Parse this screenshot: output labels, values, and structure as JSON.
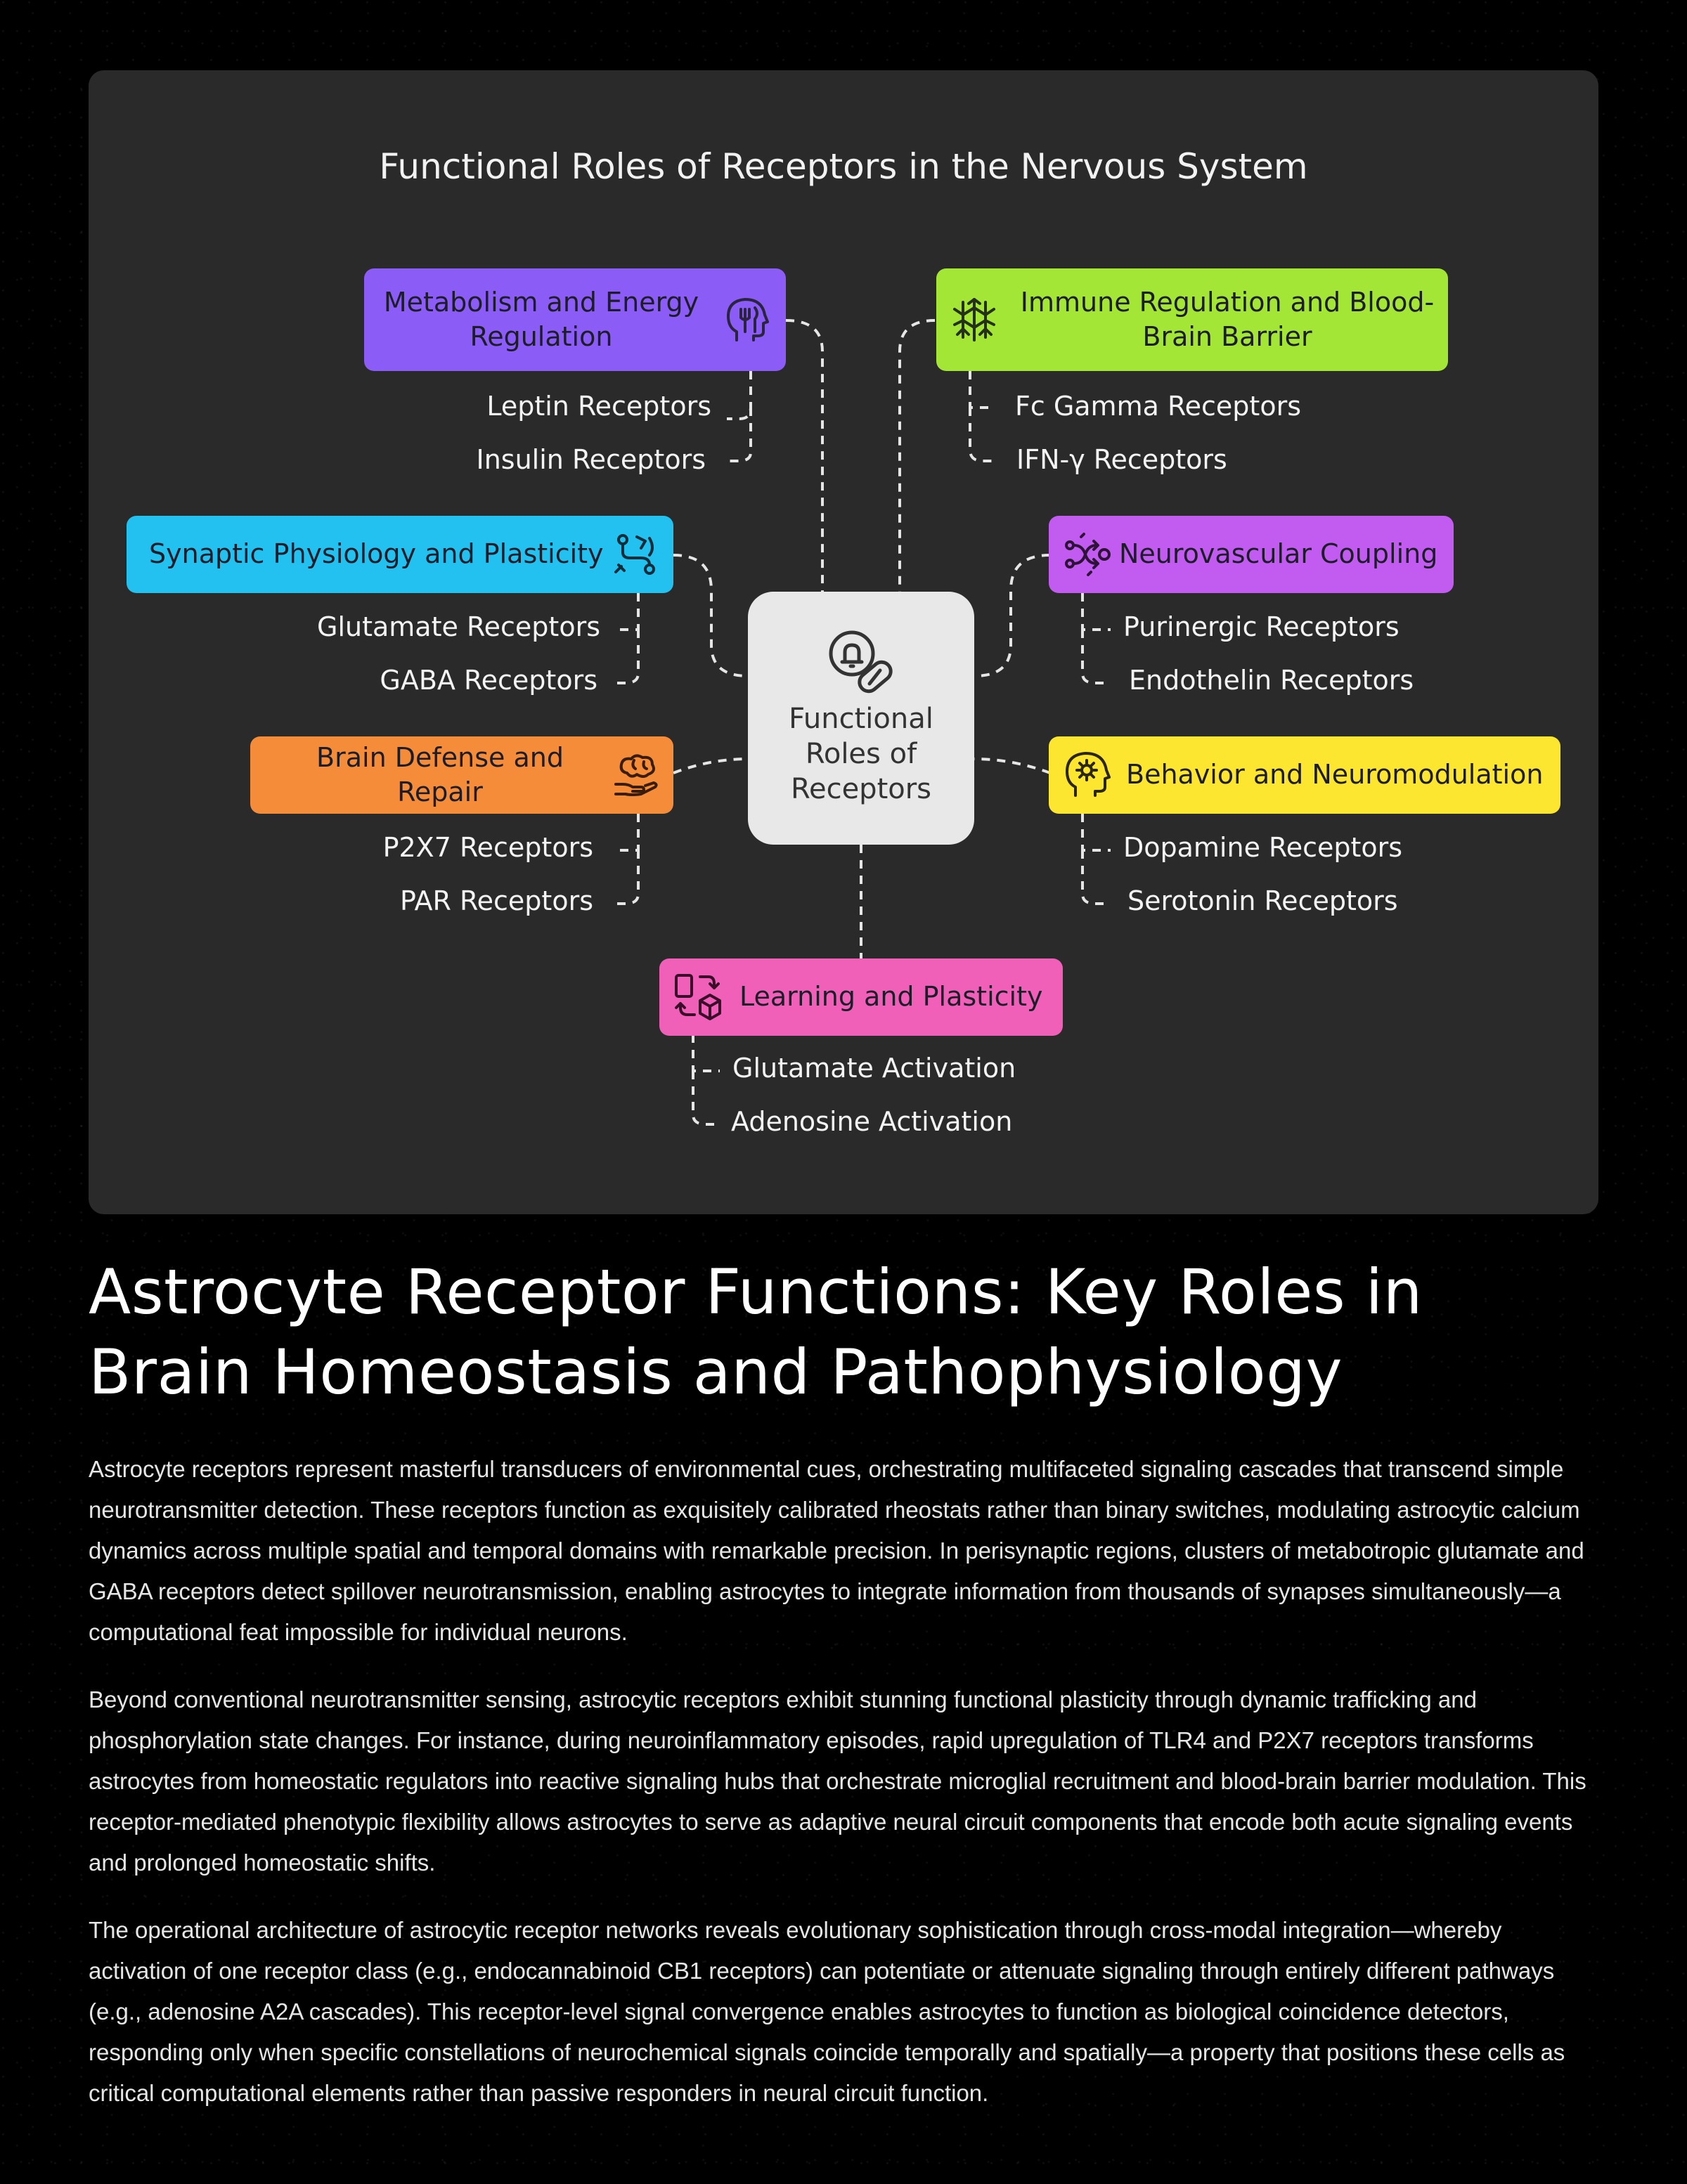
{
  "diagram": {
    "title": "Functional Roles of Receptors in the Nervous System",
    "center_label": "Functional Roles of Receptors",
    "center_icon": "bell-pill-icon",
    "categories": [
      {
        "label": "Metabolism and Energy Regulation",
        "color": "#8b5cf6",
        "icon": "head-fork-knife-icon",
        "items": [
          "Leptin Receptors",
          "Insulin Receptors"
        ]
      },
      {
        "label": "Immune Regulation and Blood-Brain Barrier",
        "color": "#a3e635",
        "icon": "shield-network-icon",
        "items": [
          "Fc Gamma Receptors",
          "IFN-γ Receptors"
        ]
      },
      {
        "label": "Synaptic Physiology and Plasticity",
        "color": "#22c1f0",
        "icon": "flow-connection-icon",
        "items": [
          "Glutamate Receptors",
          "GABA Receptors"
        ]
      },
      {
        "label": "Neurovascular Coupling",
        "color": "#c25cf0",
        "icon": "circuit-coupling-icon",
        "items": [
          "Purinergic Receptors",
          "Endothelin Receptors"
        ]
      },
      {
        "label": "Brain Defense and Repair",
        "color": "#f58c3a",
        "icon": "brain-hand-icon",
        "items": [
          "P2X7 Receptors",
          "PAR Receptors"
        ]
      },
      {
        "label": "Behavior and Neuromodulation",
        "color": "#fde62f",
        "icon": "head-gear-icon",
        "items": [
          "Dopamine Receptors",
          "Serotonin Receptors"
        ]
      },
      {
        "label": "Learning and Plasticity",
        "color": "#f060b8",
        "icon": "transform-shapes-icon",
        "items": [
          "Glutamate Activation",
          "Adenosine Activation"
        ]
      }
    ]
  },
  "article": {
    "heading": "Astrocyte Receptor Functions: Key Roles in Brain Homeostasis and Pathophysiology",
    "paragraphs": [
      "Astrocyte receptors represent masterful transducers of environmental cues, orchestrating multifaceted signaling cascades that transcend simple neurotransmitter detection. These receptors function as exquisitely calibrated rheostats rather than binary switches, modulating astrocytic calcium dynamics across multiple spatial and temporal domains with remarkable precision. In perisynaptic regions, clusters of metabotropic glutamate and GABA receptors detect spillover neurotransmission, enabling astrocytes to integrate information from thousands of synapses simultaneously—a computational feat impossible for individual neurons.",
      "Beyond conventional neurotransmitter sensing, astrocytic receptors exhibit stunning functional plasticity through dynamic trafficking and phosphorylation state changes. For instance, during neuroinflammatory episodes, rapid upregulation of TLR4 and P2X7 receptors transforms astrocytes from homeostatic regulators into reactive signaling hubs that orchestrate microglial recruitment and blood-brain barrier modulation. This receptor-mediated phenotypic flexibility allows astrocytes to serve as adaptive neural circuit components that encode both acute signaling events and prolonged homeostatic shifts.",
      "The operational architecture of astrocytic receptor networks reveals evolutionary sophistication through cross-modal integration—whereby activation of one receptor class (e.g., endocannabinoid CB1 receptors) can potentiate or attenuate signaling through entirely different pathways (e.g., adenosine A2A cascades). This receptor-level signal convergence enables astrocytes to function as biological coincidence detectors, responding only when specific constellations of neurochemical signals coincide temporally and spatially—a property that positions these cells as critical computational elements rather than passive responders in neural circuit function."
    ]
  }
}
